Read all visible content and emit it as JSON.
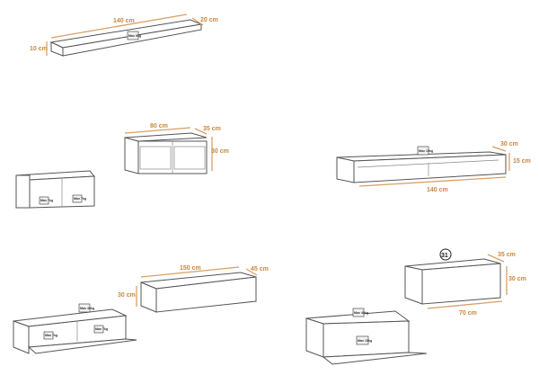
{
  "shelf_long": {
    "width": "140 cm",
    "depth": "20 cm",
    "height": "10 cm",
    "load": "Max 5kg"
  },
  "glass_cabinet": {
    "width": "80 cm",
    "depth": "35 cm",
    "height": "30 cm"
  },
  "open_cabinet": {
    "load_left": "Max 7kg",
    "load_right": "Max 7kg"
  },
  "tv_shelf": {
    "width": "140 cm",
    "depth": "30 cm",
    "height": "15 cm",
    "load": "Max 15kg"
  },
  "tv_unit_long": {
    "width": "150 cm",
    "depth": "45 cm",
    "height": "30 cm",
    "load_top": "Max 40kg",
    "load_left": "Max 7kg",
    "load_right": "Max 7kg"
  },
  "tv_unit_short": {
    "number": "31",
    "width": "70 cm",
    "depth": "35 cm",
    "height": "30 cm",
    "load_top": "Max 40kg",
    "load_inside": "Max 15kg"
  },
  "colors": {
    "dimension": "#d9a063",
    "outline": "#555555"
  }
}
